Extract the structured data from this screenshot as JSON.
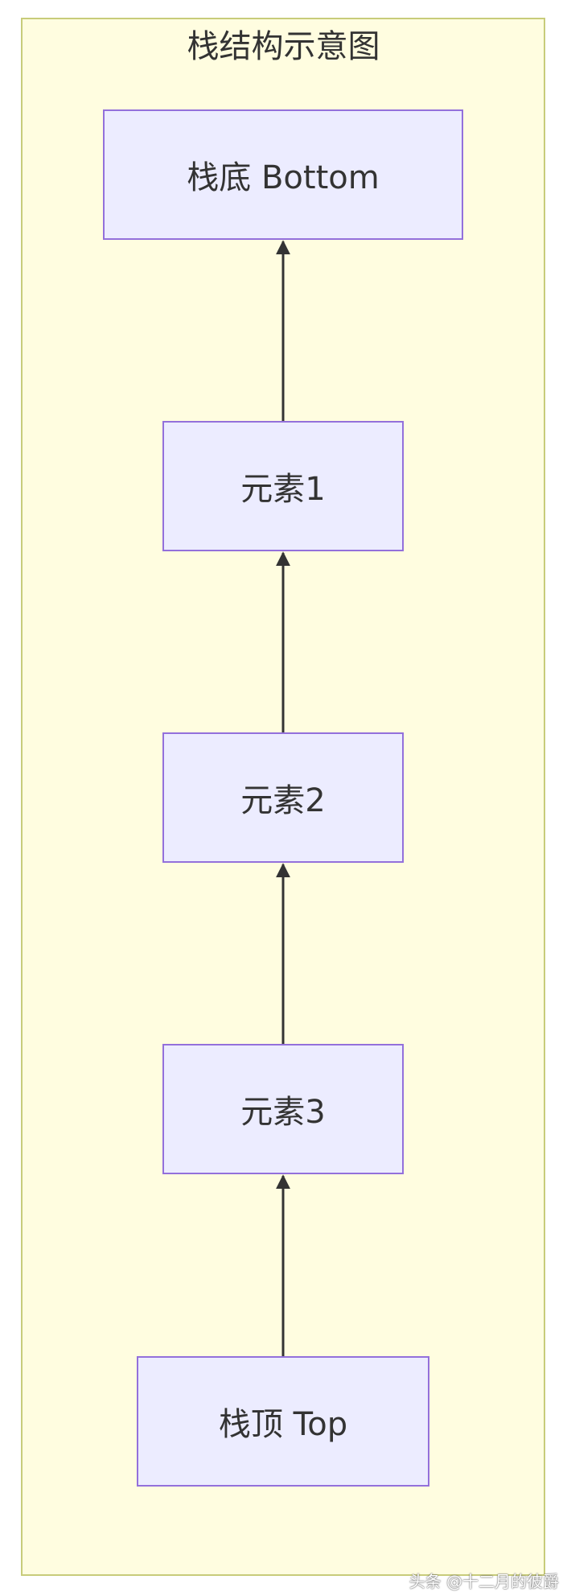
{
  "diagram": {
    "title": "栈结构示意图",
    "nodes": [
      {
        "id": "bottom",
        "label": "栈底 Bottom"
      },
      {
        "id": "e1",
        "label": "元素1"
      },
      {
        "id": "e2",
        "label": "元素2"
      },
      {
        "id": "e3",
        "label": "元素3"
      },
      {
        "id": "top",
        "label": "栈顶 Top"
      }
    ],
    "edges": [
      {
        "from": "e1",
        "to": "bottom"
      },
      {
        "from": "e2",
        "to": "e1"
      },
      {
        "from": "e3",
        "to": "e2"
      },
      {
        "from": "top",
        "to": "e3"
      }
    ],
    "colors": {
      "background": "#fffde0",
      "frame_border": "#c8cc7a",
      "node_fill": "#ececff",
      "node_border": "#9370db",
      "edge": "#333333",
      "text": "#333333"
    }
  },
  "watermark": "头条 @十二月的彼爵"
}
